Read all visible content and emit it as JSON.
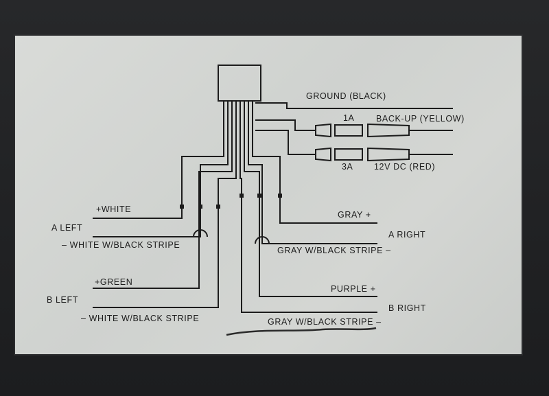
{
  "diagram": {
    "labels": {
      "ground": "GROUND (BLACK)",
      "fuse_1a": "1A",
      "backup": "BACK-UP (YELLOW)",
      "fuse_3a": "3A",
      "power": "12V DC (RED)",
      "white_plus": "+WHITE",
      "a_left": "A LEFT",
      "white_stripe_a": "– WHITE W/BLACK STRIPE",
      "gray_plus": "GRAY +",
      "a_right": "A RIGHT",
      "gray_stripe_a": "GRAY W/BLACK STRIPE –",
      "green_plus": "+GREEN",
      "b_left": "B LEFT",
      "white_stripe_b": "– WHITE W/BLACK STRIPE",
      "purple_plus": "PURPLE +",
      "b_right": "B RIGHT",
      "gray_stripe_b": "GRAY W/BLACK STRIPE –"
    },
    "colors": {
      "background": "#1f2022",
      "card": "#d4d6d3",
      "ink": "#1c1c1c"
    }
  }
}
